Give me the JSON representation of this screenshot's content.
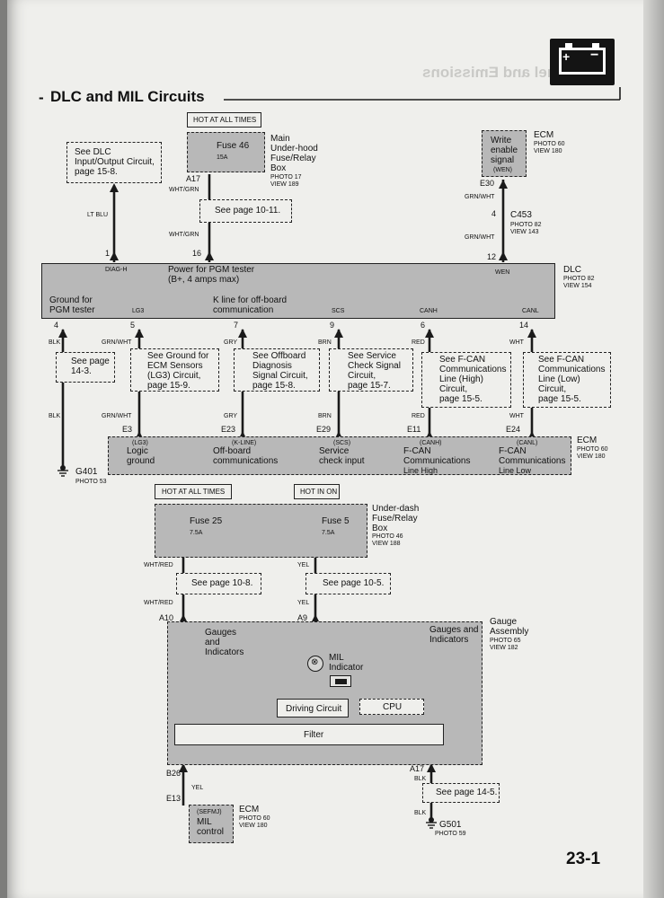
{
  "header": {
    "title": "DLC and MIL Circuits",
    "page_number": "23-1",
    "bleed_title": "Fuel and Emissions",
    "section_icon": "battery-icon"
  },
  "top": {
    "hot_at_all_times": "HOT AT ALL TIMES",
    "fuse46": {
      "name": "Fuse 46",
      "amps": "15A"
    },
    "main_box": {
      "line1": "Main",
      "line2": "Under-hood",
      "line3": "Fuse/Relay",
      "line4": "Box",
      "photo": "PHOTO 17",
      "view": "VIEW 189"
    },
    "a17": "A17",
    "wht_grn1": "WHT/GRN",
    "see_10_11": "See page 10-11.",
    "wht_grn2": "WHT/GRN",
    "pin16": "16",
    "see_dlc": {
      "line1": "See DLC",
      "line2": "Input/Output Circuit,",
      "line3": "page 15-8."
    },
    "lt_blu": "LT BLU",
    "pin1": "1",
    "ecm_top": {
      "name": "ECM",
      "photo": "PHOTO 60",
      "view": "VIEW 180",
      "line1": "Write",
      "line2": "enable",
      "line3": "signal",
      "line4": "(WEN)"
    },
    "e30": "E30",
    "grn_wht1": "GRN/WHT",
    "c453": "C453",
    "c453_pin": "4",
    "c453_photo": "PHOTO 82",
    "c453_view": "VIEW 143",
    "grn_wht2": "GRN/WHT",
    "pin12": "12"
  },
  "dlc": {
    "name": "DLC",
    "photo": "PHOTO 82",
    "view": "VIEW 154",
    "diag_h": "DIAG-H",
    "wen": "WEN",
    "power1": "Power for PGM tester",
    "power2": "(B+, 4 amps max)",
    "ground1": "Ground for",
    "ground2": "PGM tester",
    "lg3": "LG3",
    "kline1": "K line for off-board",
    "kline2": "communication",
    "scs": "SCS",
    "canh": "CANH",
    "canl": "CANL"
  },
  "mid": {
    "pins": [
      "4",
      "5",
      "7",
      "9",
      "6",
      "14"
    ],
    "wires_top": [
      "BLK",
      "GRN/WHT",
      "GRY",
      "BRN",
      "RED",
      "WHT"
    ],
    "wires_bottom": [
      "BLK",
      "GRN/WHT",
      "GRY",
      "BRN",
      "RED",
      "WHT"
    ],
    "see_14_3": {
      "line1": "See page",
      "line2": "14-3."
    },
    "see_ground": {
      "line1": "See Ground for",
      "line2": "ECM Sensors",
      "line3": "(LG3) Circuit,",
      "line4": "page 15-9."
    },
    "see_offboard": {
      "line1": "See Offboard",
      "line2": "Diagnosis",
      "line3": "Signal Circuit,",
      "line4": "page 15-8."
    },
    "see_service": {
      "line1": "See Service",
      "line2": "Check Signal",
      "line3": "Circuit,",
      "line4": "page 15-7."
    },
    "see_fcanh": {
      "line1": "See F-CAN",
      "line2": "Communications",
      "line3": "Line (High)",
      "line4": "Circuit,",
      "line5": "page 15-5."
    },
    "see_fcanl": {
      "line1": "See F-CAN",
      "line2": "Communications",
      "line3": "Line (Low)",
      "line4": "Circuit,",
      "line5": "page 15-5."
    }
  },
  "ecm_mid": {
    "name": "ECM",
    "photo": "PHOTO 60",
    "view": "VIEW 180",
    "pins": [
      "E3",
      "E23",
      "E29",
      "E11",
      "E24"
    ],
    "codes": [
      "(LG3)",
      "(K-LINE)",
      "(SCS)",
      "(CANH)",
      "(CANL)"
    ],
    "label1": [
      "Logic",
      "Off-board",
      "Service",
      "F-CAN",
      "F-CAN"
    ],
    "label2": [
      "ground",
      "communications",
      "check input",
      "Communications",
      "Communications"
    ],
    "label3": [
      "",
      "",
      "",
      "Line High",
      "Line Low"
    ]
  },
  "g401": {
    "name": "G401",
    "photo": "PHOTO 53"
  },
  "lower": {
    "hot_at_all_times": "HOT AT ALL TIMES",
    "hot_in_on": "HOT IN ON",
    "fuse25": {
      "name": "Fuse 25",
      "amps": "7.5A"
    },
    "fuse5": {
      "name": "Fuse 5",
      "amps": "7.5A"
    },
    "underdash": {
      "line1": "Under-dash",
      "line2": "Fuse/Relay",
      "line3": "Box",
      "photo": "PHOTO 46",
      "view": "VIEW 188"
    },
    "wht_red1": "WHT/RED",
    "yel1": "YEL",
    "see_10_8": "See page 10-8.",
    "see_10_5": "See page 10-5.",
    "wht_red2": "WHT/RED",
    "yel2": "YEL",
    "a10": "A10",
    "a9": "A9"
  },
  "gauge": {
    "name1": "Gauge",
    "name2": "Assembly",
    "photo": "PHOTO 65",
    "view": "VIEW 182",
    "gauges_left1": "Gauges",
    "gauges_left2": "and",
    "gauges_left3": "Indicators",
    "gauges_right1": "Gauges and",
    "gauges_right2": "Indicators",
    "mil1": "MIL",
    "mil2": "Indicator",
    "driving_circuit": "Driving Circuit",
    "cpu": "CPU",
    "filter": "Filter"
  },
  "bottom": {
    "b26": "B26",
    "yel": "YEL",
    "e13": "E13",
    "ecm": {
      "name": "ECM",
      "photo": "PHOTO 60",
      "view": "VIEW 180",
      "code": "(SEFMJ)",
      "line1": "MIL",
      "line2": "control"
    },
    "a17": "A17",
    "blk1": "BLK",
    "see_14_5": "See page 14-5.",
    "blk2": "BLK",
    "g501": {
      "name": "G501",
      "photo": "PHOTO 59"
    }
  }
}
